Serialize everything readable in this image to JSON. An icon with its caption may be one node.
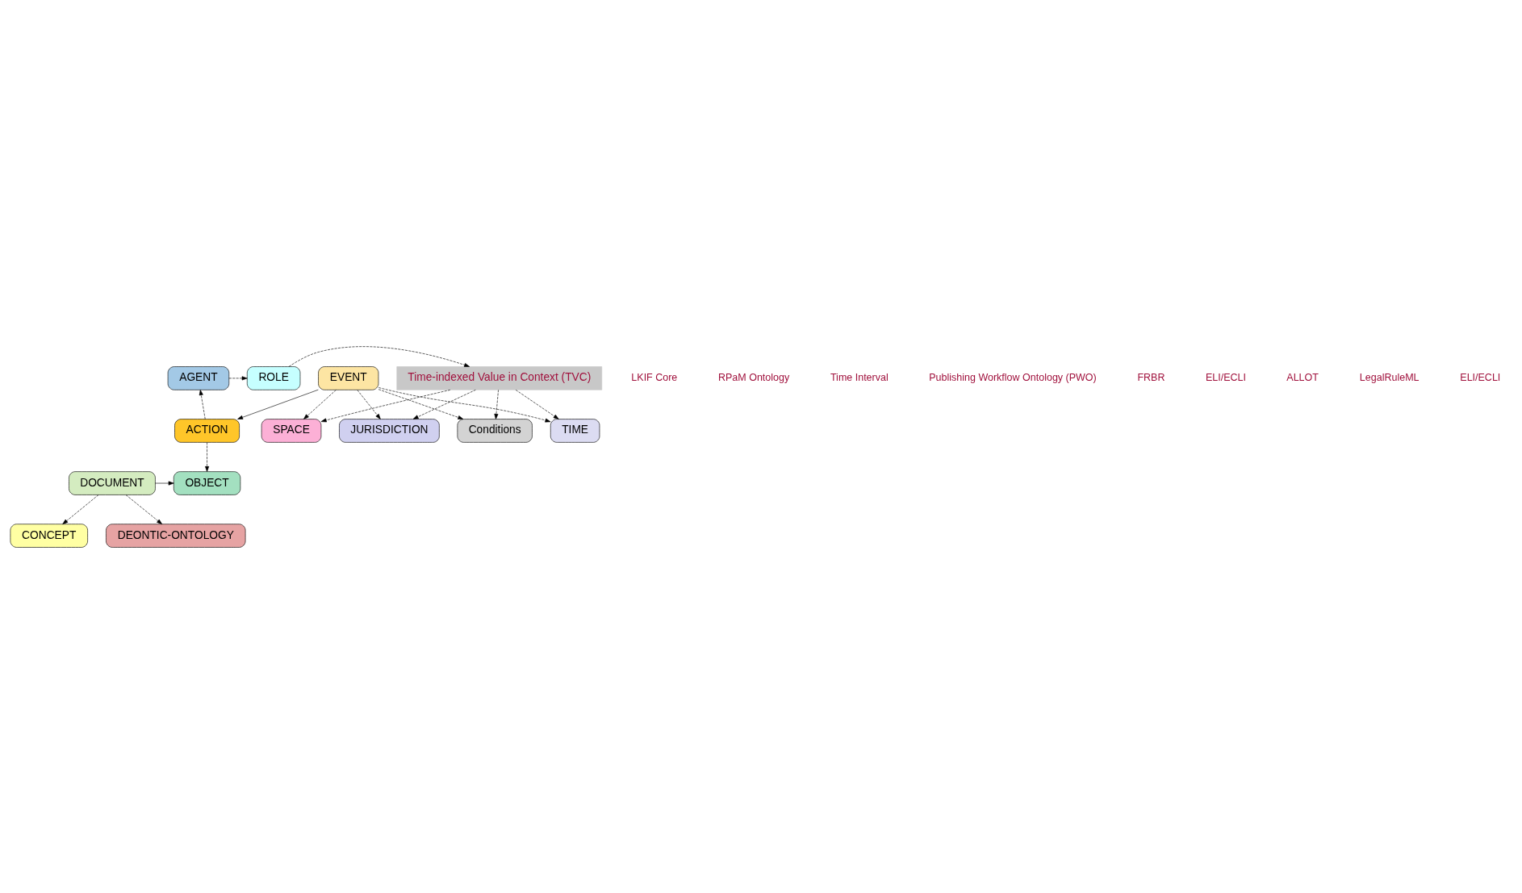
{
  "diagram": {
    "nodes": [
      {
        "text": [
          "ROLE"
        ]
      },
      {
        "text": [
          "Time-indexed Value in Context (TVC)"
        ]
      },
      {
        "text": [
          "AGENT"
        ]
      },
      {
        "text": [
          "TIME"
        ]
      },
      {
        "text": [
          "SPACE"
        ]
      },
      {
        "text": [
          "JURISDICTION"
        ]
      },
      {
        "text": [
          "ACTION"
        ]
      },
      {
        "text": [
          "Conditions"
        ]
      },
      {
        "text": [
          "EVENT"
        ]
      },
      {
        "text": [
          "OBJECT"
        ]
      },
      {
        "text": [
          "DOCUMENT"
        ]
      },
      {
        "text": [
          "CONCEPT"
        ]
      },
      {
        "text": [
          "DEONTIC-ONTOLOGY"
        ]
      }
    ],
    "edges": [
      {
        "from": 2,
        "to": 0,
        "arrow": "to",
        "style": "dashed"
      },
      {
        "from": 0,
        "to": 1,
        "arrow": "to",
        "style": "dashed"
      },
      {
        "from": 1,
        "to": 3,
        "arrow": "to",
        "style": "dashed"
      },
      {
        "from": 1,
        "to": 4,
        "arrow": "to",
        "style": "dashed"
      },
      {
        "from": 1,
        "to": 5,
        "arrow": "to",
        "style": "dashed"
      },
      {
        "from": 1,
        "to": 7,
        "arrow": "to",
        "style": "dashed"
      },
      {
        "from": 6,
        "to": 2,
        "arrow": "to",
        "style": "dashed"
      },
      {
        "from": 6,
        "to": 9,
        "arrow": "to",
        "style": "dashed"
      },
      {
        "from": 8,
        "to": 6,
        "arrow": "to"
      },
      {
        "from": 8,
        "to": 3,
        "arrow": "to",
        "style": "dashed"
      },
      {
        "from": 8,
        "to": 4,
        "arrow": "to",
        "style": "dashed"
      },
      {
        "from": 8,
        "to": 5,
        "arrow": "to",
        "style": "dashed"
      },
      {
        "from": 8,
        "to": 7,
        "arrow": "to",
        "style": "dashed"
      },
      {
        "from": 10,
        "to": 9,
        "arrow": "to"
      },
      {
        "from": 10,
        "to": 11,
        "arrow": "to",
        "style": "dashed"
      },
      {
        "from": 10,
        "to": 12,
        "arrow": "to",
        "style": "dashed"
      }
    ],
    "labels": [
      "LKIF Core",
      "RPaM Ontology",
      "Time Interval",
      "Publishing Workflow Ontology (PWO)",
      "FRBR",
      "ELI/ECLI",
      "ALLOT",
      "LegalRuleML",
      "ELI/ECLI"
    ]
  }
}
